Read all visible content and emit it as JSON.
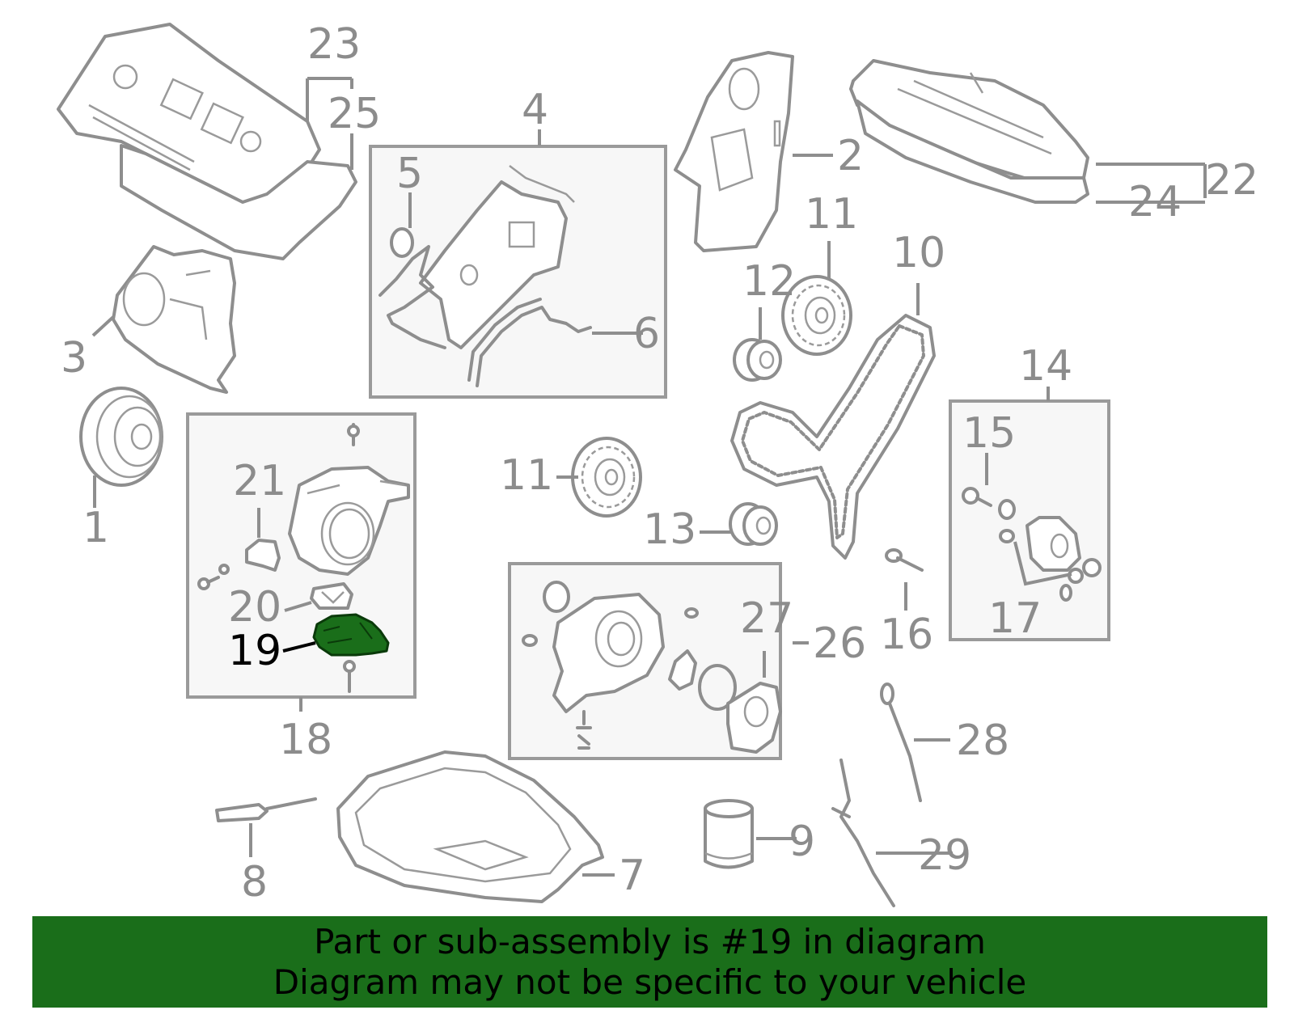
{
  "callouts": {
    "c1": "1",
    "c2": "2",
    "c3": "3",
    "c4": "4",
    "c5": "5",
    "c6": "6",
    "c7": "7",
    "c8": "8",
    "c9": "9",
    "c10": "10",
    "c11a": "11",
    "c11b": "11",
    "c12": "12",
    "c13": "13",
    "c14": "14",
    "c15": "15",
    "c16": "16",
    "c17": "17",
    "c18": "18",
    "c19": "19",
    "c20": "20",
    "c21": "21",
    "c22": "22",
    "c23": "23",
    "c24": "24",
    "c25": "25",
    "c26": "26",
    "c27": "27",
    "c28": "28",
    "c29": "29"
  },
  "banner": {
    "line1": "Part or sub-assembly is #19 in diagram",
    "line2": "Diagram may not be specific to your vehicle"
  },
  "colors": {
    "highlight": "#1a6e1a",
    "line_art": "#8e8e8e",
    "callout_text": "#8c8c8c"
  }
}
